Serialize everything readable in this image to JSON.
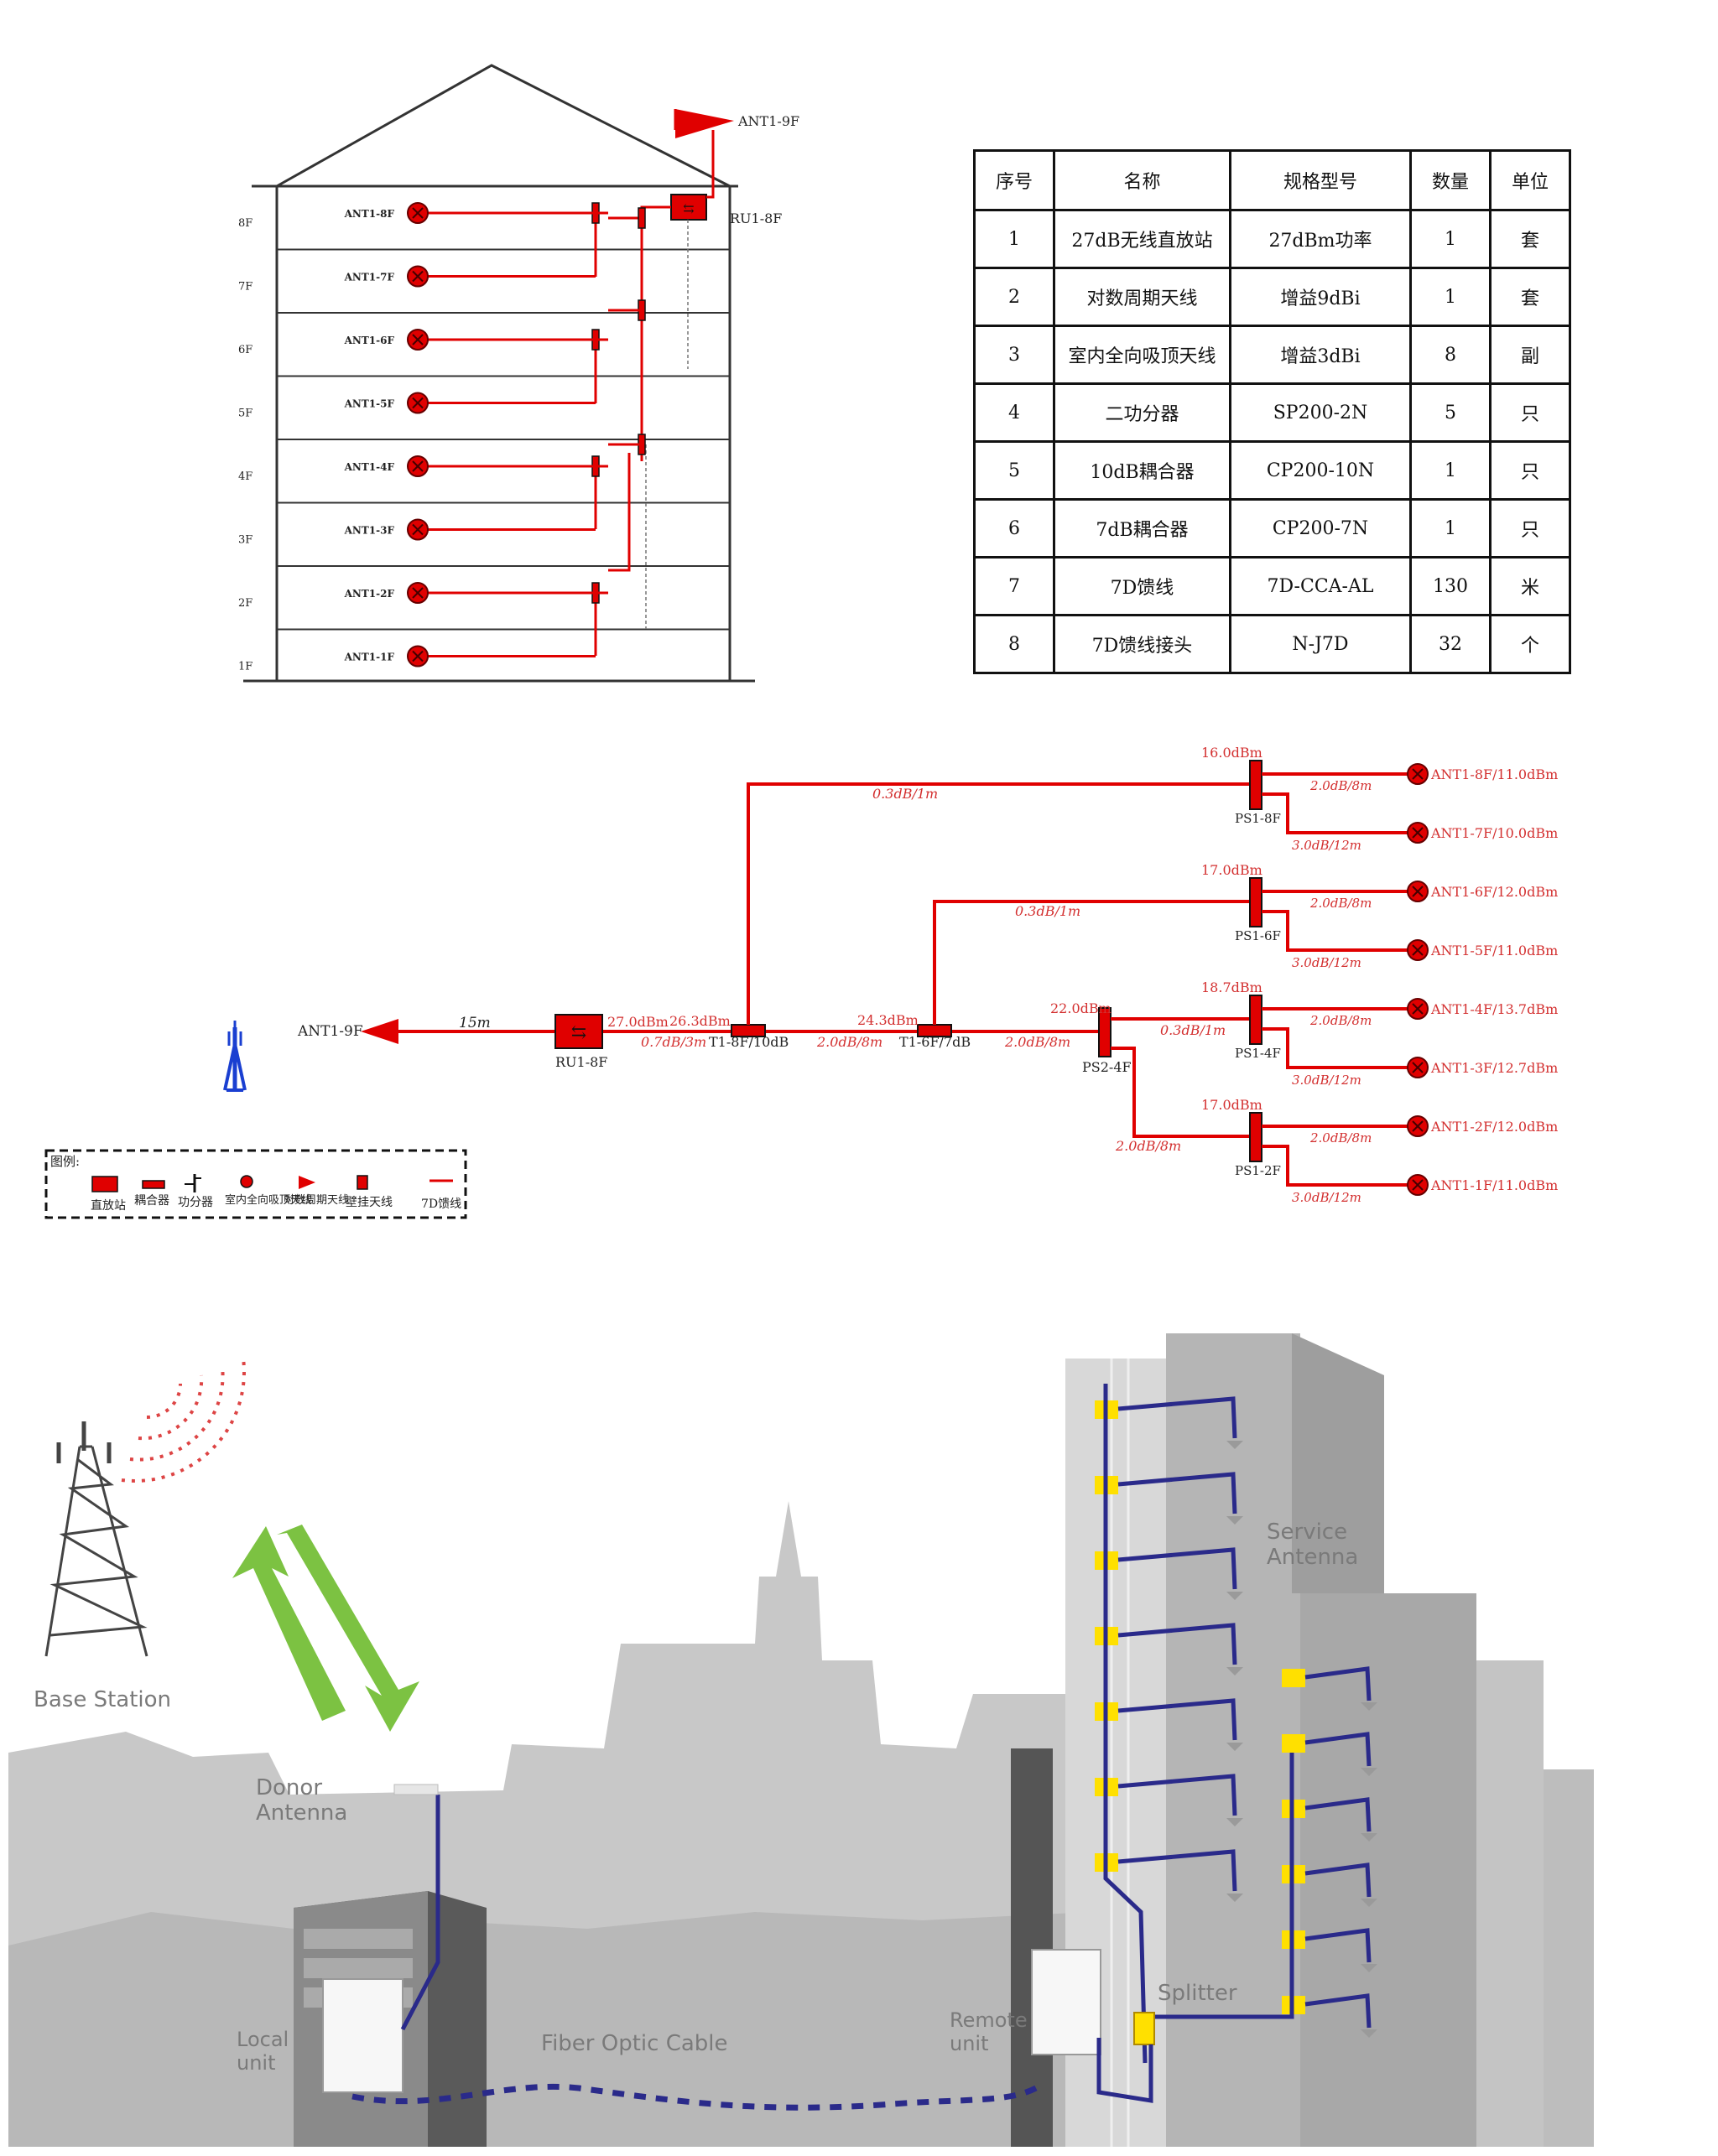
{
  "building": {
    "ant_top": "ANT1-9F",
    "ru": "RU1-8F",
    "floors": [
      "8F",
      "7F",
      "6F",
      "5F",
      "4F",
      "3F",
      "2F",
      "1F"
    ],
    "antennas": [
      "ANT1-8F",
      "ANT1-7F",
      "ANT1-6F",
      "ANT1-5F",
      "ANT1-4F",
      "ANT1-3F",
      "ANT1-2F",
      "ANT1-1F"
    ]
  },
  "table": {
    "headers": [
      "序号",
      "名称",
      "规格型号",
      "数量",
      "单位"
    ],
    "rows": [
      [
        "1",
        "27dB无线直放站",
        "27dBm功率",
        "1",
        "套"
      ],
      [
        "2",
        "对数周期天线",
        "增益9dBi",
        "1",
        "套"
      ],
      [
        "3",
        "室内全向吸顶天线",
        "增益3dBi",
        "8",
        "副"
      ],
      [
        "4",
        "二功分器",
        "SP200-2N",
        "5",
        "只"
      ],
      [
        "5",
        "10dB耦合器",
        "CP200-10N",
        "1",
        "只"
      ],
      [
        "6",
        "7dB耦合器",
        "CP200-7N",
        "1",
        "只"
      ],
      [
        "7",
        "7D馈线",
        "7D-CCA-AL",
        "130",
        "米"
      ],
      [
        "8",
        "7D馈线接头",
        "N-J7D",
        "32",
        "个"
      ]
    ]
  },
  "schematic": {
    "ant_top": "ANT1-9F",
    "feed_len": "15m",
    "ru": "RU1-8F",
    "ru_power": "27.0dBm",
    "seg1_loss": "0.7dB/3m",
    "t1_power": "26.3dBm",
    "t1": "T1-8F/10dB",
    "seg2_loss": "2.0dB/8m",
    "t2_power": "24.3dBm",
    "t2": "T1-6F/7dB",
    "seg3_loss": "2.0dB/8m",
    "ps2_power": "22.0dBm",
    "ps2": "PS2-4F",
    "ps2_up_loss": "0.3dB/1m",
    "ps2_down_loss": "2.0dB/8m",
    "t1_branch_loss": "0.3dB/1m",
    "t2_branch_loss": "0.3dB/1m",
    "splitters": [
      {
        "name": "PS1-8F",
        "power": "16.0dBm",
        "up_loss": "2.0dB/8m",
        "down_loss": "3.0dB/12m",
        "ant_up": "ANT1-8F/11.0dBm",
        "ant_down": "ANT1-7F/10.0dBm"
      },
      {
        "name": "PS1-6F",
        "power": "17.0dBm",
        "up_loss": "2.0dB/8m",
        "down_loss": "3.0dB/12m",
        "ant_up": "ANT1-6F/12.0dBm",
        "ant_down": "ANT1-5F/11.0dBm"
      },
      {
        "name": "PS1-4F",
        "power": "18.7dBm",
        "up_loss": "2.0dB/8m",
        "down_loss": "3.0dB/12m",
        "ant_up": "ANT1-4F/13.7dBm",
        "ant_down": "ANT1-3F/12.7dBm"
      },
      {
        "name": "PS1-2F",
        "power": "17.0dBm",
        "up_loss": "2.0dB/8m",
        "down_loss": "3.0dB/12m",
        "ant_up": "ANT1-2F/12.0dBm",
        "ant_down": "ANT1-1F/11.0dBm"
      }
    ]
  },
  "legend": {
    "title": "图例:",
    "items": [
      "直放站",
      "耦合器",
      "功分器",
      "室内全向吸顶天线",
      "对数周期天线",
      "壁挂天线",
      "7D馈线"
    ]
  },
  "illustration": {
    "base_station": "Base Station",
    "donor_antenna": "Donor Antenna",
    "local_unit": "Local unit",
    "fiber": "Fiber Optic Cable",
    "remote_unit": "Remote unit",
    "splitter": "Splitter",
    "service_antenna": "Service Antenna"
  },
  "colors": {
    "red": "#e00000",
    "navy": "#2a2a8a",
    "yellow": "#ffe000",
    "green": "#7cc242",
    "blue": "#1a3fd1"
  }
}
